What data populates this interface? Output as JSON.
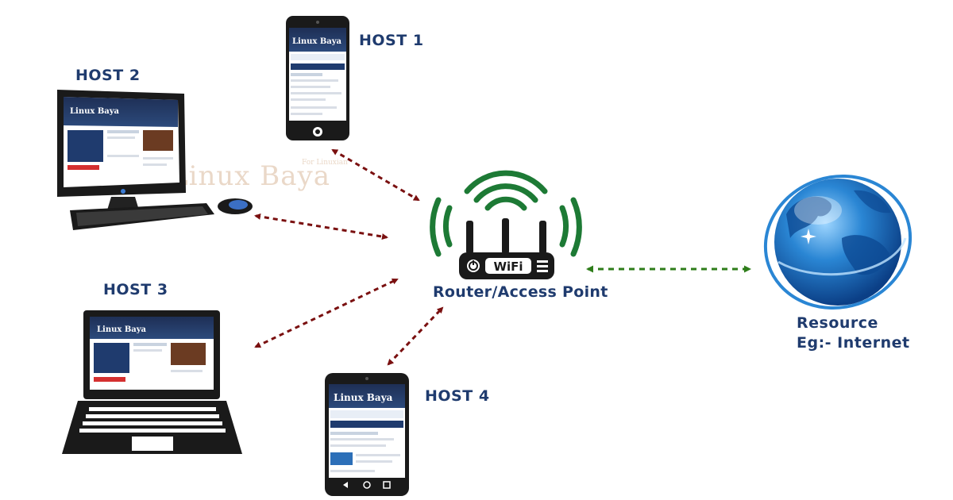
{
  "hosts": {
    "host1": "HOST 1",
    "host2": "HOST 2",
    "host3": "HOST 3",
    "host4": "HOST 4"
  },
  "router": {
    "label": "Router/Access Point",
    "badge": "WiFi"
  },
  "resource": {
    "line1": "Resource",
    "line2": "Eg:- Internet"
  },
  "watermark": {
    "main": "Linux Baya",
    "sub": "For Linuxian"
  },
  "screen_brand": "Linux Baya",
  "colors": {
    "label": "#1f3b6e",
    "host_link": "#7a1010",
    "internet_link": "#2e7d1a",
    "wifi_waves": "#1d7a35",
    "device_body": "#1a1a1a",
    "globe": "#1e78c8"
  },
  "icons": [
    "smartphone-icon",
    "desktop-computer-icon",
    "mouse-icon",
    "laptop-icon",
    "wifi-router-icon",
    "globe-icon"
  ]
}
